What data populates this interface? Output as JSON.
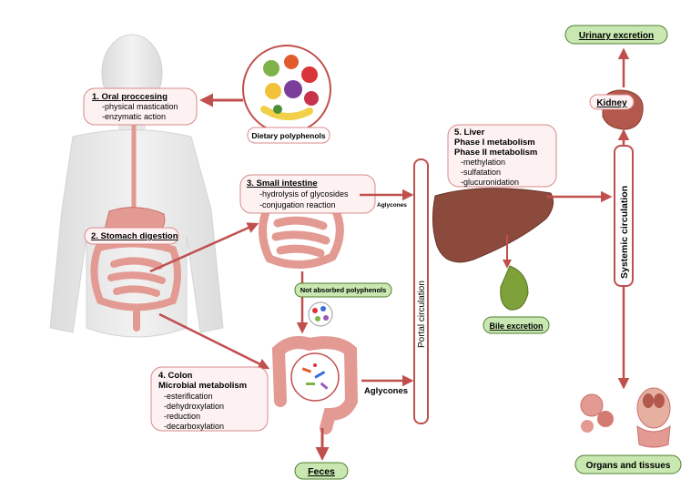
{
  "oral": {
    "title": "1. Oral proccesing",
    "lines": [
      "-physical mastication",
      "-enzymatic action"
    ]
  },
  "dietary": {
    "label": "Dietary polyphenols"
  },
  "stomach": {
    "title": "2. Stomach digestion"
  },
  "small_intestine": {
    "title": "3. Small intestine",
    "lines": [
      "-hydrolysis of glycosides",
      "-conjugation reaction"
    ]
  },
  "aglycones_small": "Aglycones",
  "not_absorbed": "Not absorbed polyphenols",
  "colon": {
    "title": "4. Colon",
    "subtitle": "Microbial metabolism",
    "lines": [
      "-esterification",
      "-dehydroxylation",
      "-reduction",
      "-decarboxylation"
    ]
  },
  "aglycones_colon": "Aglycones",
  "feces": "Feces",
  "portal": "Portal circulation",
  "liver": {
    "title": "5. Liver",
    "phase1": "Phase I metabolism",
    "phase2": "Phase II metabolism",
    "lines": [
      "-methylation",
      "-sulfatation",
      "-glucuronidation"
    ]
  },
  "bile": "Bile excretion",
  "systemic": "Systemic circulation",
  "kidney": "Kidney",
  "urinary": "Urinary excretion",
  "organs": "Organs and tissues",
  "colors": {
    "arrow": "#c0504d",
    "box_border": "#d98a8a",
    "box_fill": "#fdf2f1",
    "green_border": "#4f7f2f",
    "green_fill": "#c9e7b1",
    "body": "#e6e6e6",
    "intestine": "#e39a93",
    "liver": "#8b4a3c"
  }
}
